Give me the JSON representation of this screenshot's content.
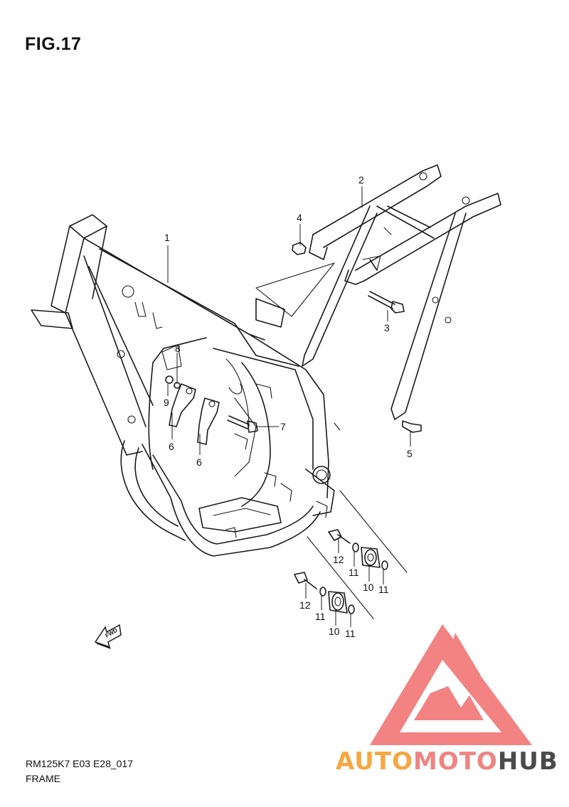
{
  "figure": {
    "title": "FIG.17",
    "code": "RM125K7 E03 E28_017",
    "name": "FRAME"
  },
  "callouts": [
    {
      "id": "c1",
      "label": "1"
    },
    {
      "id": "c2",
      "label": "2"
    },
    {
      "id": "c3",
      "label": "3"
    },
    {
      "id": "c4",
      "label": "4"
    },
    {
      "id": "c5",
      "label": "5"
    },
    {
      "id": "c6a",
      "label": "6"
    },
    {
      "id": "c6b",
      "label": "6"
    },
    {
      "id": "c7",
      "label": "7"
    },
    {
      "id": "c8",
      "label": "8"
    },
    {
      "id": "c9",
      "label": "9"
    },
    {
      "id": "c10a",
      "label": "10"
    },
    {
      "id": "c10b",
      "label": "10"
    },
    {
      "id": "c11a",
      "label": "11"
    },
    {
      "id": "c11b",
      "label": "11"
    },
    {
      "id": "c11c",
      "label": "11"
    },
    {
      "id": "c11d",
      "label": "11"
    },
    {
      "id": "c12a",
      "label": "12"
    },
    {
      "id": "c12b",
      "label": "12"
    }
  ],
  "fwd_arrow": {
    "label": "FWD"
  },
  "watermark": {
    "part1": "AUTO",
    "part2": "MOTO",
    "part3": "HUB",
    "colors": {
      "auto": "#f5a742",
      "moto": "#f08484",
      "hub": "#4a4a4a",
      "triangle": "#f26d6d"
    }
  }
}
